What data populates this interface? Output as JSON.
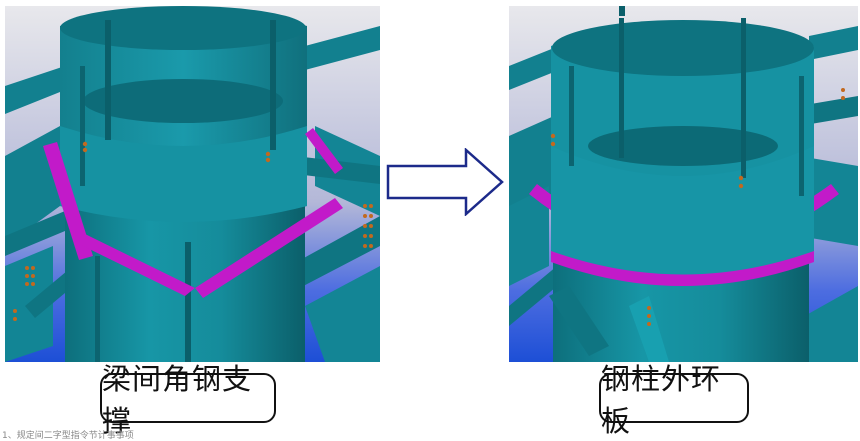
{
  "left_panel": {
    "caption": "梁间角钢支撑",
    "image": "3d-model-steel-column-with-angle-steel-braces"
  },
  "right_panel": {
    "caption": "钢柱外环板",
    "image": "3d-model-steel-column-with-outer-ring-plate"
  },
  "arrow_icon": "right-arrow-outline-icon",
  "footnote": "1、规定间二字型指令节计事事项",
  "colors": {
    "steel": "#14899a",
    "steel_dark": "#0c6672",
    "steel_light": "#2aa5b5",
    "plate_magenta": "#c21ac9",
    "bolt_orange": "#c2691f",
    "sky_top": "#e6e6ea",
    "sky_bottom": "#1f53d8",
    "arrow_stroke": "#1c2a8a"
  }
}
